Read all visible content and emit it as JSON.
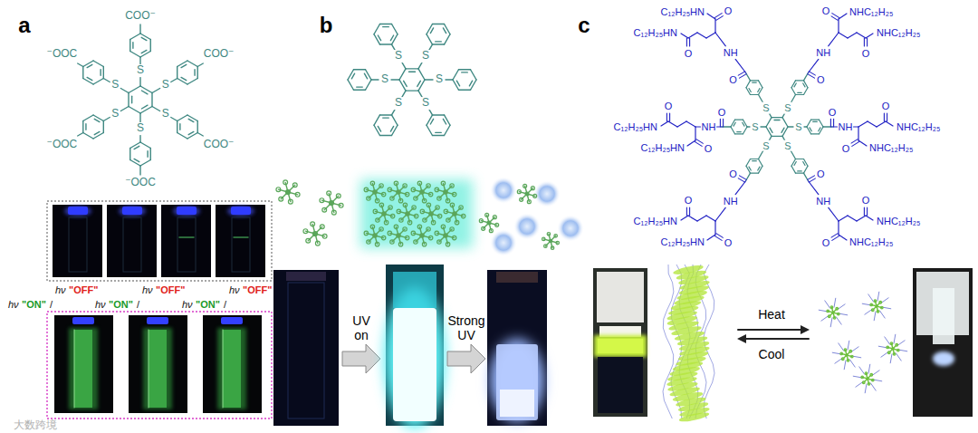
{
  "diagram": {
    "labels": [
      "a",
      "b",
      "c",
      "S",
      "COO⁻",
      "S",
      "COO⁻",
      "S",
      "COO⁻",
      "S",
      "⁻OOC",
      "S",
      "⁻OOC",
      "S",
      "⁻OOC",
      "hν",
      "\"ON\"",
      "/",
      "hν",
      "\"OFF\"",
      "hν",
      "\"ON\"",
      "/",
      "hν",
      "\"OFF\"",
      "hν",
      "\"ON\"",
      "/",
      "hν",
      "\"OFF\"",
      "S",
      "S",
      "S",
      "S",
      "S",
      "S",
      "UV on",
      "Strong UV",
      "S",
      "O",
      "NH",
      "O",
      "C₁₂H₂₅HN",
      "O",
      "C₁₂H₂₅HN",
      "S",
      "O",
      "NH",
      "O",
      "C₁₂H₂₅HN",
      "O",
      "C₁₂H₂₅HN",
      "S",
      "O",
      "NH",
      "O",
      "C₁₂H₂₅HN",
      "O",
      "C₁₂H₂₅HN",
      "S",
      "O",
      "NH",
      "O",
      "NHC₁₂H₂₅",
      "O",
      "NHC₁₂H₂₅",
      "S",
      "O",
      "NH",
      "O",
      "NHC₁₂H₂₅",
      "O",
      "NHC₁₂H₂₅",
      "S",
      "O",
      "NH",
      "O",
      "NHC₁₂H₂₅",
      "O",
      "NHC₁₂H₂₅",
      "Heat",
      "Cool",
      "大数跨境"
    ]
  }
}
